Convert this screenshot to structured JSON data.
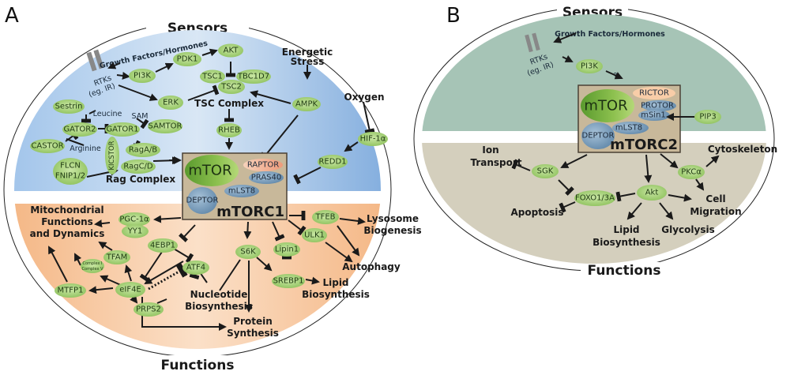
{
  "panelA": {
    "letter": "A",
    "sensors_title": "Sensors",
    "functions_title": "Functions",
    "colors": {
      "sensors_bg": "#8fb6e0",
      "functions_bg": "#f5bd8c",
      "node": "#9ccc6a",
      "complex_box": "#c8b89a"
    },
    "receptor": {
      "label1": "RTKs",
      "label2": "(eg. IR)",
      "input": "Growth Factors/Hormones"
    },
    "nodes": {
      "pi3k": "PI3K",
      "pdk1": "PDK1",
      "akt": "AKT",
      "tsc1": "TSC1",
      "tsc2": "TSC2",
      "tbc1d7": "TBC1D7",
      "erk": "ERK",
      "ampk": "AMPK",
      "rheb": "RHEB",
      "hif1a": "HIF-1α",
      "redd1": "REDD1",
      "sestrin": "Sestrin",
      "gator2": "GATOR2",
      "gator1": "GATOR1",
      "samtor": "SAMTOR",
      "castor": "CASTOR",
      "kicstor": "KICSTOR",
      "ragab": "RagA/B",
      "ragcd": "RagC/D",
      "flcn1": "FLCN",
      "flcn2": "FNIP1/2",
      "pgc1a": "PGC-1α",
      "yy1": "YY1",
      "tfam": "TFAM",
      "complex1": "Complex I",
      "complex5": "Complex V",
      "mtfp1": "MTFP1",
      "eif4e": "eIF4E",
      "4ebp1": "4EBP1",
      "atf4": "ATF4",
      "prps2": "PRPS2",
      "s6k": "S6K",
      "lipin1": "Lipin1",
      "srebp1": "SREBP1",
      "ulk1": "ULK1",
      "tfeb": "TFEB"
    },
    "labels": {
      "tsc_complex": "TSC Complex",
      "energetic1": "Energetic",
      "energetic2": "Stress",
      "oxygen": "Oxygen",
      "leucine": "Leucine",
      "sam": "SAM",
      "arginine": "Arginine",
      "rag_complex": "Rag Complex",
      "mito1": "Mitochondrial",
      "mito2": "Functions",
      "mito3": "and Dynamics",
      "nucleo1": "Nucleotide",
      "nucleo2": "Biosynthesis",
      "protein1": "Protein",
      "protein2": "Synthesis",
      "lipid1": "Lipid",
      "lipid2": "Biosynthesis",
      "lyso1": "Lysosome",
      "lyso2": "Biogenesis",
      "autophagy": "Autophagy"
    },
    "complex": {
      "name": "mTORC1",
      "mtor": "mTOR",
      "raptor": "RAPTOR",
      "pras40": "PRAS40",
      "mlst8": "mLST8",
      "deptor": "DEPTOR"
    }
  },
  "panelB": {
    "letter": "B",
    "sensors_title": "Sensors",
    "functions_title": "Functions",
    "colors": {
      "sensors_bg": "#a6c4b6",
      "functions_bg": "#d4cfbd",
      "node": "#9ccc6a"
    },
    "receptor": {
      "label1": "RTKs",
      "label2": "(eg. IR)",
      "input": "Growth Factors/Hormones"
    },
    "nodes": {
      "pi3k": "PI3K",
      "pip3": "PIP3",
      "sgk": "SGK",
      "foxo": "FOXO1/3A",
      "akt": "Akt",
      "pkca": "PKCα"
    },
    "question": "?",
    "labels": {
      "ion1": "Ion",
      "ion2": "Transport",
      "apoptosis": "Apoptosis",
      "lipid1": "Lipid",
      "lipid2": "Biosynthesis",
      "glycolysis": "Glycolysis",
      "cell1": "Cell",
      "cell2": "Migration",
      "cytoskeleton": "Cytoskeleton"
    },
    "complex": {
      "name": "mTORC2",
      "mtor": "mTOR",
      "rictor": "RICTOR",
      "protor": "PROTOR",
      "msin1": "mSin1",
      "mlst8": "mLST8",
      "deptor": "DEPTOR"
    }
  }
}
